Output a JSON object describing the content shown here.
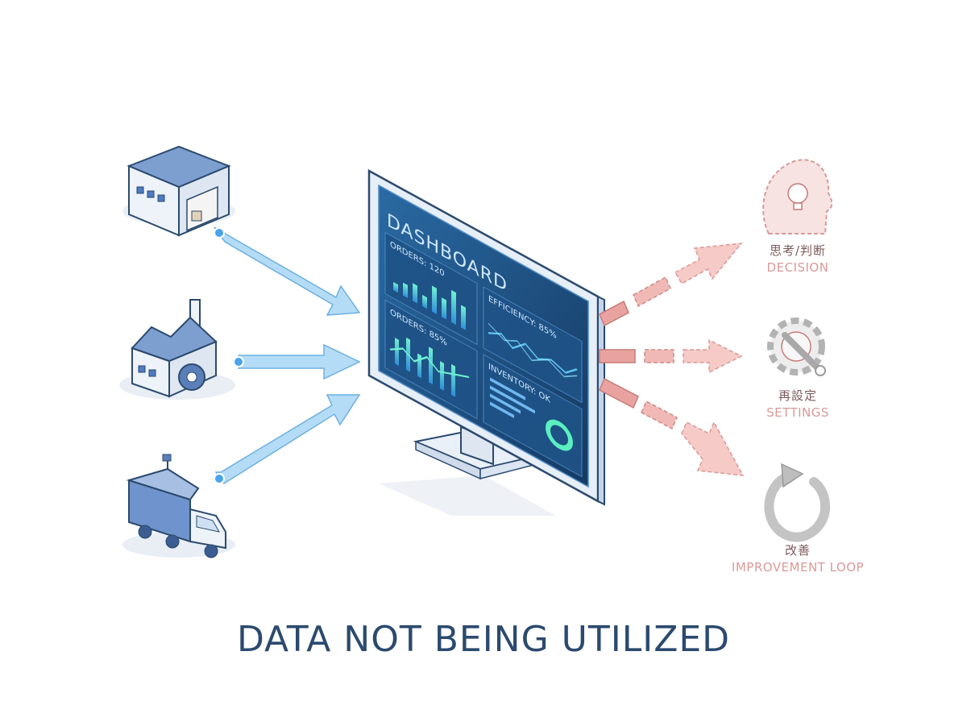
{
  "dashboard": {
    "title": "DASHBOARD",
    "orders_label": "ORDERS: 120",
    "orders2_label": "ORDERS: 85%",
    "efficiency_label": "EFFICIENCY: 85%",
    "inventory_label": "INVENTORY: OK"
  },
  "outputs": [
    {
      "ja": "思考/判断",
      "en": "DECISION",
      "icon": "lightbulb-head-icon"
    },
    {
      "ja": "再設定",
      "en": "SETTINGS",
      "icon": "gear-wrench-icon"
    },
    {
      "ja": "改善",
      "en": "IMPROVEMENT LOOP",
      "icon": "cycle-arrow-icon"
    }
  ],
  "sources": [
    {
      "icon": "warehouse-icon"
    },
    {
      "icon": "factory-icon"
    },
    {
      "icon": "truck-icon"
    }
  ],
  "headline": "DATA NOT BEING UTILIZED",
  "colors": {
    "input_arrow": "#9fd2f4",
    "output_arrow": "#e59a96",
    "screen": "#1d4a78",
    "headline": "#2b4a6e"
  }
}
